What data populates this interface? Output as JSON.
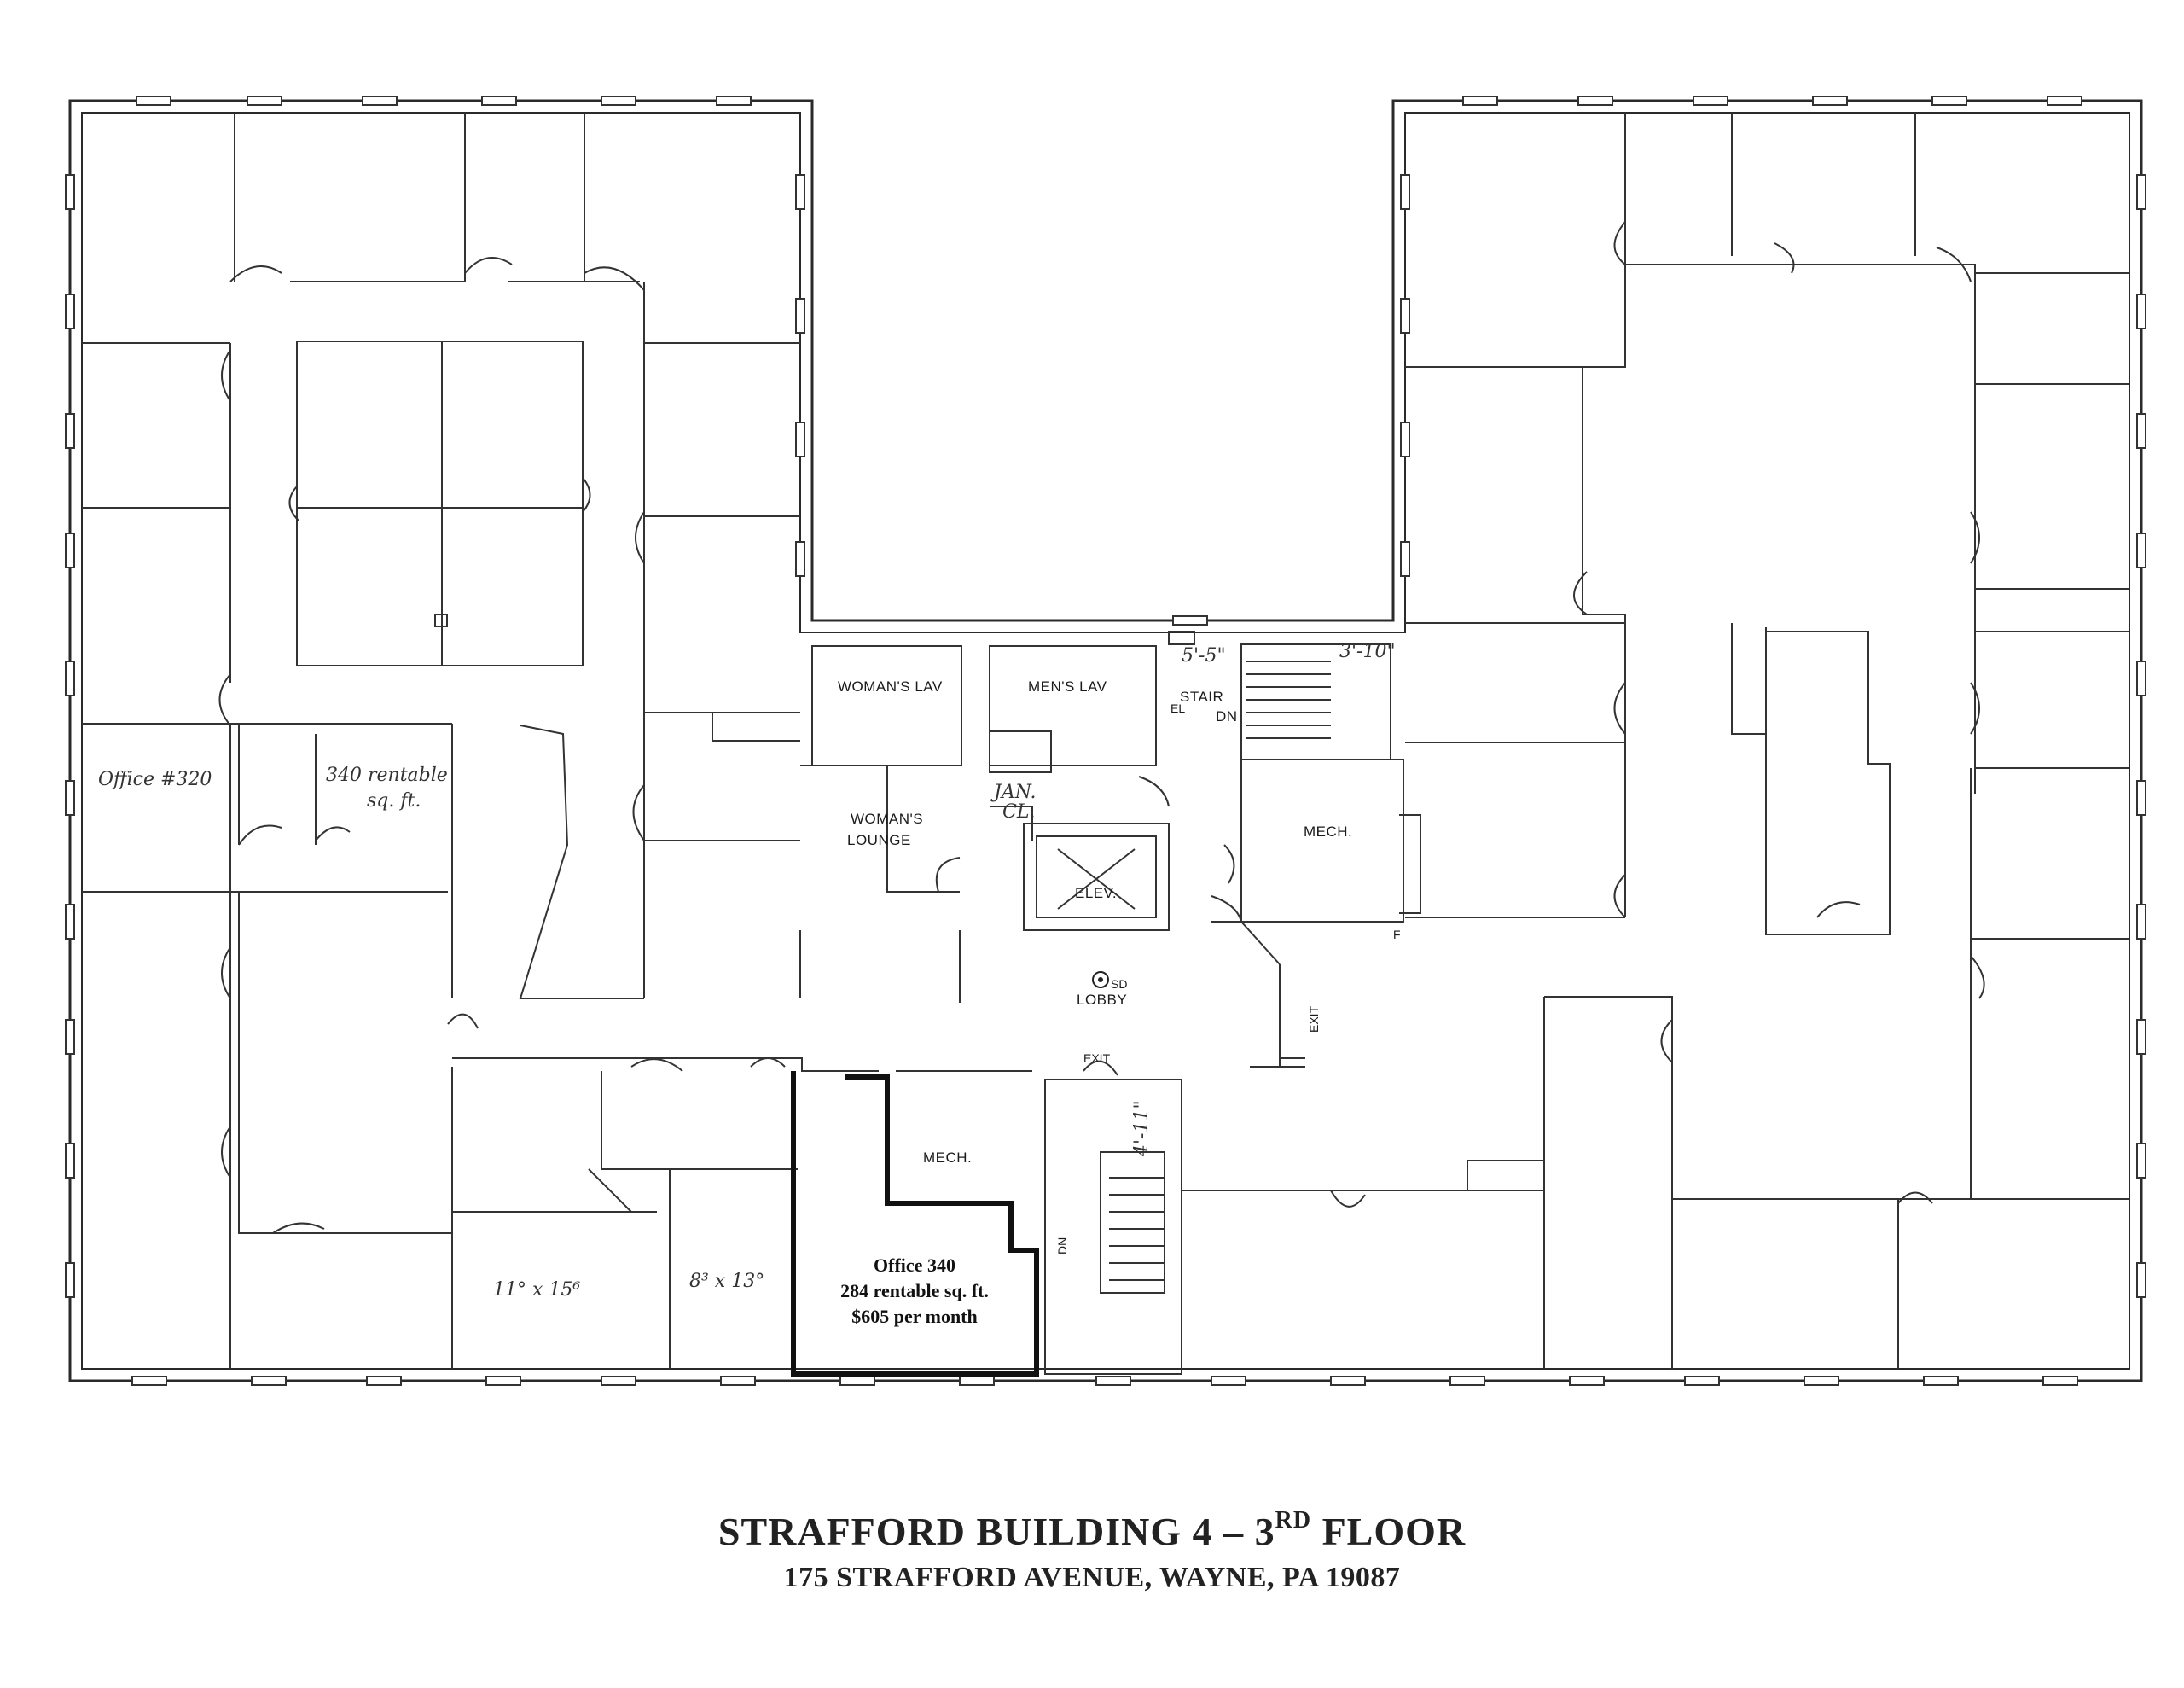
{
  "title": {
    "main_prefix": "STRAFFORD BUILDING 4 – 3",
    "main_sup": "RD",
    "main_suffix": " FLOOR",
    "address": "175 STRAFFORD AVENUE, WAYNE, PA 19087"
  },
  "rooms": {
    "womans_lav": "WOMAN'S LAV",
    "mens_lav": "MEN'S LAV",
    "womans_lounge_1": "WOMAN'S",
    "womans_lounge_2": "LOUNGE",
    "jan_cl_1": "JAN.",
    "jan_cl_2": "CL.",
    "elev": "ELEV.",
    "stair": "STAIR",
    "dn_upper": "DN",
    "dn_lower": "DN",
    "mech_upper": "MECH.",
    "mech_lower": "MECH.",
    "lobby": "LOBBY",
    "sd": "SD",
    "exit_1": "EXIT",
    "exit_2": "EXIT",
    "fe": "F",
    "el": "EL"
  },
  "dimensions": {
    "stair_left": "5'-5\"",
    "stair_right": "3'-10\"",
    "stair_lower": "4'-11\"",
    "room_a": "11° x 15⁶",
    "room_b": "8³ x 13°"
  },
  "annotations": {
    "office_320": "Office #320",
    "rentable_340_1": "340 rentable",
    "rentable_340_2": "sq. ft."
  },
  "listing": {
    "office": "Office 340",
    "area": "284 rentable sq. ft.",
    "rent": "$605 per month"
  }
}
